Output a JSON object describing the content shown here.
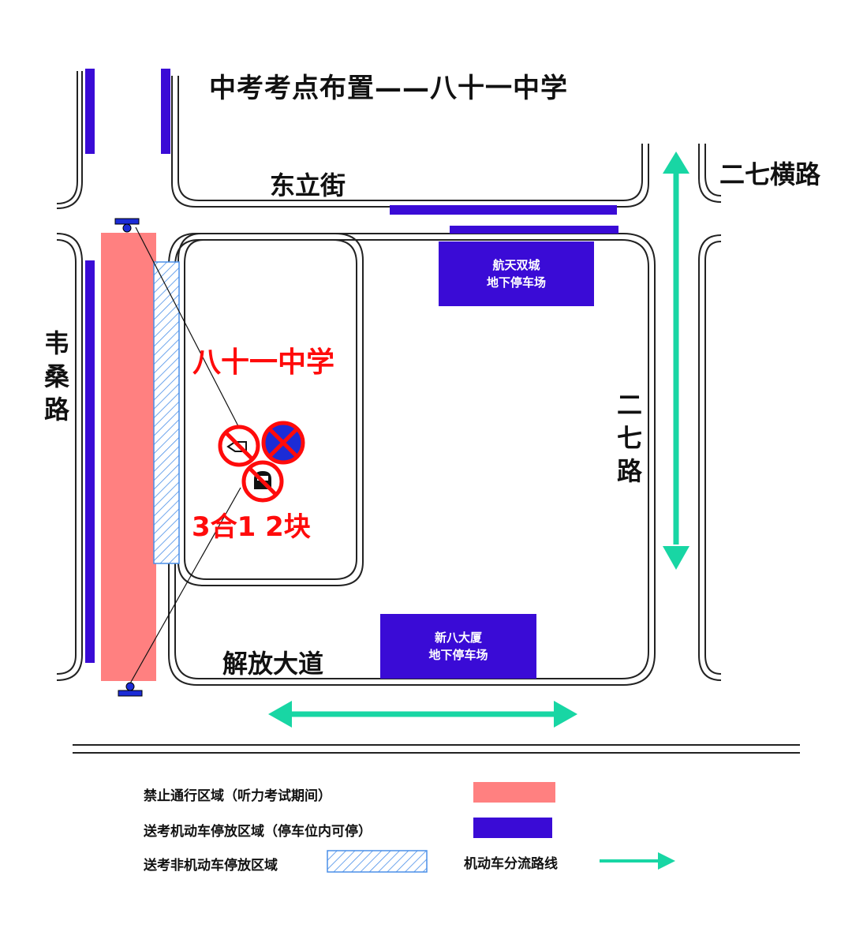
{
  "title": "中考考点布置——八十一中学",
  "streets": {
    "top": "东立街",
    "top_right": "二七横路",
    "left": "韦桑路",
    "right": "二七路",
    "bottom": "解放大道"
  },
  "school": {
    "name": "八十一中学"
  },
  "signs": {
    "note": "3合1 2块",
    "items": [
      "no-honking-sign",
      "no-parking-sign",
      "no-motor-vehicle-sign"
    ]
  },
  "parking_lots": [
    {
      "line1": "航天双城",
      "line2": "地下停车场"
    },
    {
      "line1": "新八大厦",
      "line2": "地下停车场"
    }
  ],
  "legend": {
    "no_traffic": "禁止通行区域（听力考试期间）",
    "motor_parking": "送考机动车停放区域（停车位内可停）",
    "nonmotor_parking": "送考非机动车停放区域",
    "diversion": "机动车分流路线"
  },
  "colors": {
    "no_traffic": "#ff8080",
    "motor_parking": "#3a0bd6",
    "nonmotor_hatch": "#4a8fe8",
    "diversion": "#18d6a4",
    "sign_red": "#ff0b0b",
    "road_outline": "#222222"
  }
}
